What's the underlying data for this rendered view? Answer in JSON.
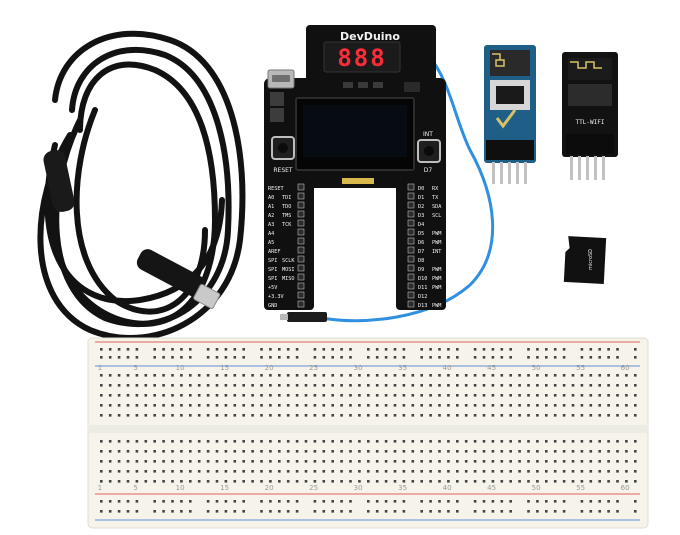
{
  "devboard": {
    "name": "DevDuino",
    "display_digits": "888",
    "reset_label": "RESET",
    "int_label": "INT",
    "d7_label": "D7",
    "left_header": [
      [
        "RESET",
        ""
      ],
      [
        "A0",
        "TDI"
      ],
      [
        "A1",
        "TDO"
      ],
      [
        "A2",
        "TMS"
      ],
      [
        "A3",
        "TCK"
      ],
      [
        "A4",
        ""
      ],
      [
        "A5",
        ""
      ],
      [
        "AREF",
        ""
      ],
      [
        "SPI",
        "SCLK"
      ],
      [
        "SPI",
        "MOSI"
      ],
      [
        "SPI",
        "MISO"
      ],
      [
        "+5V",
        ""
      ],
      [
        "+3.3V",
        ""
      ],
      [
        "GND",
        ""
      ]
    ],
    "right_header": [
      [
        "D0",
        "RX"
      ],
      [
        "D1",
        "TX"
      ],
      [
        "D2",
        "SDA"
      ],
      [
        "D3",
        "SCL"
      ],
      [
        "D4",
        ""
      ],
      [
        "D5",
        "PWM"
      ],
      [
        "D6",
        "PWM"
      ],
      [
        "D7",
        "INT"
      ],
      [
        "D8",
        ""
      ],
      [
        "D9",
        "PWM"
      ],
      [
        "D10",
        "PWM"
      ],
      [
        "D11",
        "PWM"
      ],
      [
        "D12",
        ""
      ],
      [
        "D13",
        "PWM"
      ]
    ]
  },
  "wifi_module": {
    "label": "TTL-WIFI"
  },
  "breadboard": {
    "column_numbers": [
      "1",
      "5",
      "10",
      "15",
      "20",
      "25",
      "30",
      "35",
      "40",
      "45",
      "50",
      "55",
      "60"
    ]
  },
  "colors": {
    "board": "#101010",
    "breadboard": "#f6f3ea",
    "cable": "#121212",
    "jumper_wire": "#2f8fe0",
    "bt_module": "#1f5e86",
    "seven_segment": "#ff2a3a",
    "rail_red": "#e06060",
    "rail_blue": "#5f8fd8"
  }
}
